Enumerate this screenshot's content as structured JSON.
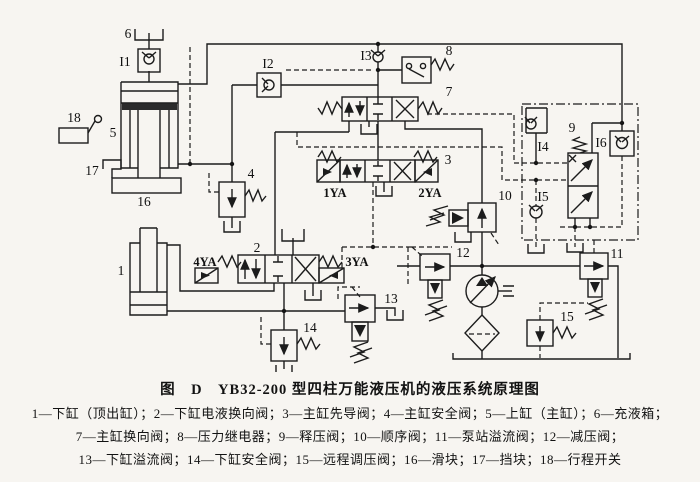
{
  "figure": {
    "title": "图　D　YB32-200 型四柱万能液压机的液压系统原理图",
    "legend_lines": [
      "1—下缸（顶出缸）；2—下缸电液换向阀；3—主缸先导阀；4—主缸安全阀；5—上缸（主缸）；6—充液箱；",
      "7—主缸换向阀；8—压力继电器；9—释压阀；10—顺序阀；11—泵站溢流阀；12—减压阀；",
      "13—下缸溢流阀；14—下缸安全阀；15—远程调压阀；16—滑块；17—挡块；18—行程开关"
    ]
  },
  "diagram": {
    "line_color": "#1c1c1c",
    "background": "#f7f5f1",
    "labels": {
      "1": "1",
      "2": "2",
      "3": "3",
      "4": "4",
      "5": "5",
      "6": "6",
      "7": "7",
      "8": "8",
      "9": "9",
      "10": "10",
      "11": "11",
      "12": "12",
      "13": "13",
      "14": "14",
      "15": "15",
      "16": "16",
      "17": "17",
      "18": "18",
      "I1": "I1",
      "I2": "I2",
      "I3": "I3",
      "I4": "I4",
      "I5": "I5",
      "I6": "I6",
      "1YA": "1YA",
      "2YA": "2YA",
      "3YA": "3YA",
      "4YA": "4YA"
    }
  }
}
